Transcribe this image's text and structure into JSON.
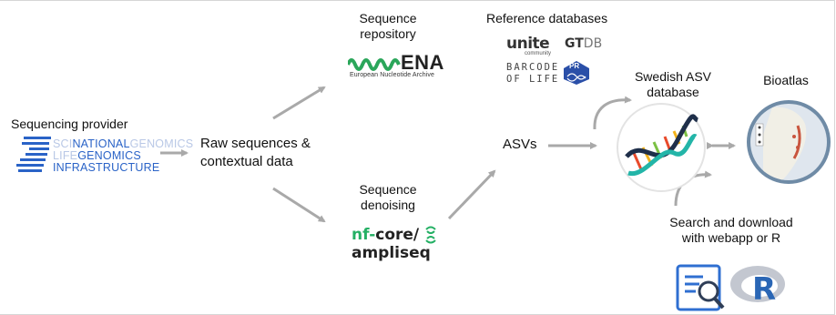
{
  "sequencing_provider": {
    "title": "Sequencing provider",
    "logo_lines": [
      [
        "SCI",
        "NATIONAL",
        "GENOMICS"
      ],
      [
        "LIFE",
        "GENOMICS",
        ""
      ],
      [
        "",
        "INFRASTRUCTURE",
        ""
      ]
    ]
  },
  "raw_sequences": {
    "line1": "Raw sequences &",
    "line2": "contextual data"
  },
  "sequence_repository": {
    "line1": "Sequence",
    "line2": "repository",
    "logo_text": "ENA",
    "logo_sub": "European Nucleotide Archive"
  },
  "reference_databases": {
    "title": "Reference databases",
    "unite": "unite",
    "unite_sub": "community",
    "gtdb_bold": "GT",
    "gtdb_light": "DB",
    "barcode_line1": "BARCODE",
    "barcode_line2": "OF LIFE",
    "pr2": "PR"
  },
  "sequence_denoising": {
    "line1": "Sequence",
    "line2": "denoising",
    "logo_line1_a": "nf-",
    "logo_line1_b": "core/",
    "logo_line2": "ampliseq"
  },
  "asvs": {
    "label": "ASVs"
  },
  "swedish_asv": {
    "line1": "Swedish ASV",
    "line2": "database"
  },
  "bioatlas": {
    "label": "Bioatlas"
  },
  "search_download": {
    "line1": "Search and download",
    "line2": "with webapp or R",
    "r_letter": "R"
  },
  "colors": {
    "arrow": "#a9a9a9",
    "ngi_blue": "#2a63c7",
    "nf_green": "#24b064",
    "unite_yellow": "#f2b21a",
    "r_blue": "#2a66b5"
  }
}
